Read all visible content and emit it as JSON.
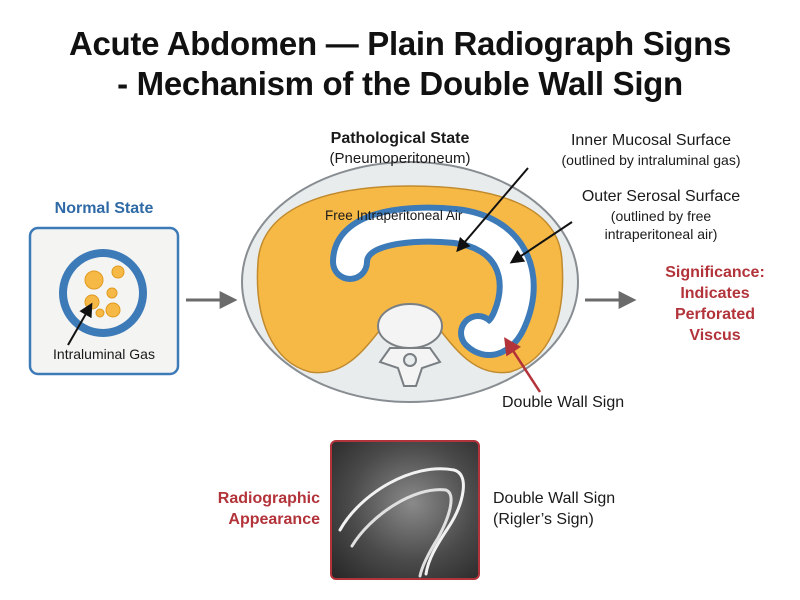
{
  "title_line1": "Acute Abdomen — Plain Radiograph Signs",
  "title_line2": "- Mechanism of the Double Wall Sign",
  "normal": {
    "heading": "Normal State",
    "gas_label": "Intraluminal Gas"
  },
  "pathological": {
    "heading": "Pathological State",
    "subheading": "(Pneumoperitoneum)",
    "free_air_label": "Free Intraperitoneal Air"
  },
  "inner_surface": {
    "line1": "Inner Mucosal Surface",
    "line2": "(outlined by intraluminal gas)"
  },
  "outer_surface": {
    "line1": "Outer Serosal Surface",
    "line2": "(outlined by free",
    "line3": "intraperitoneal air)"
  },
  "double_wall_label": "Double Wall Sign",
  "significance": {
    "line1": "Significance:",
    "line2": "Indicates",
    "line3": "Perforated",
    "line4": "Viscus"
  },
  "radiographic": {
    "line1": "Radiographic",
    "line2": "Appearance",
    "sign_line1": "Double Wall Sign",
    "sign_line2": "(Rigler’s Sign)"
  },
  "colors": {
    "blue": "#3d7ab8",
    "orange": "#f7b946",
    "red": "#b3333a",
    "gray": "#6b6b6b"
  }
}
